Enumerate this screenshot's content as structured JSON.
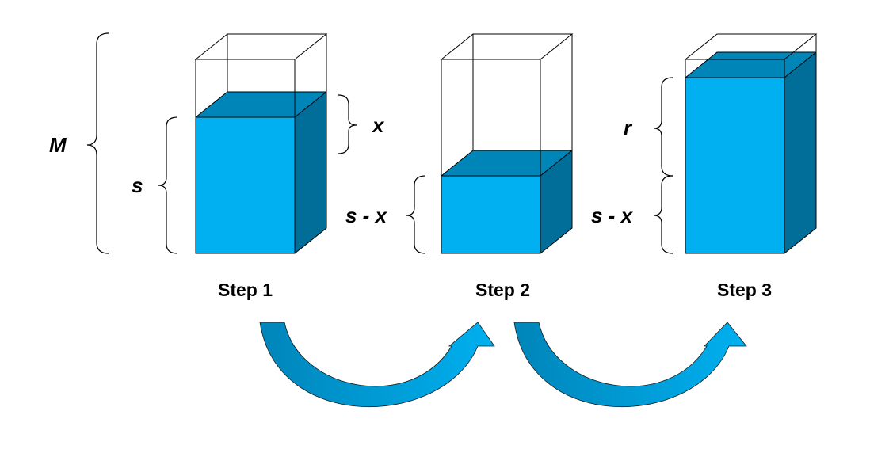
{
  "labels": {
    "M": "M",
    "s": "s",
    "x": "x",
    "s_minus_x_step2": "s - x",
    "s_minus_x_step3": "s - x",
    "r": "r"
  },
  "steps": [
    "Step 1",
    "Step 2",
    "Step 3"
  ],
  "colors": {
    "liquid_front": "#00b0f0",
    "liquid_top": "#0085b9",
    "liquid_side": "#006e98",
    "arrow_light": "#00b0f0",
    "arrow_dark": "#0085b9",
    "outline": "#000000"
  }
}
